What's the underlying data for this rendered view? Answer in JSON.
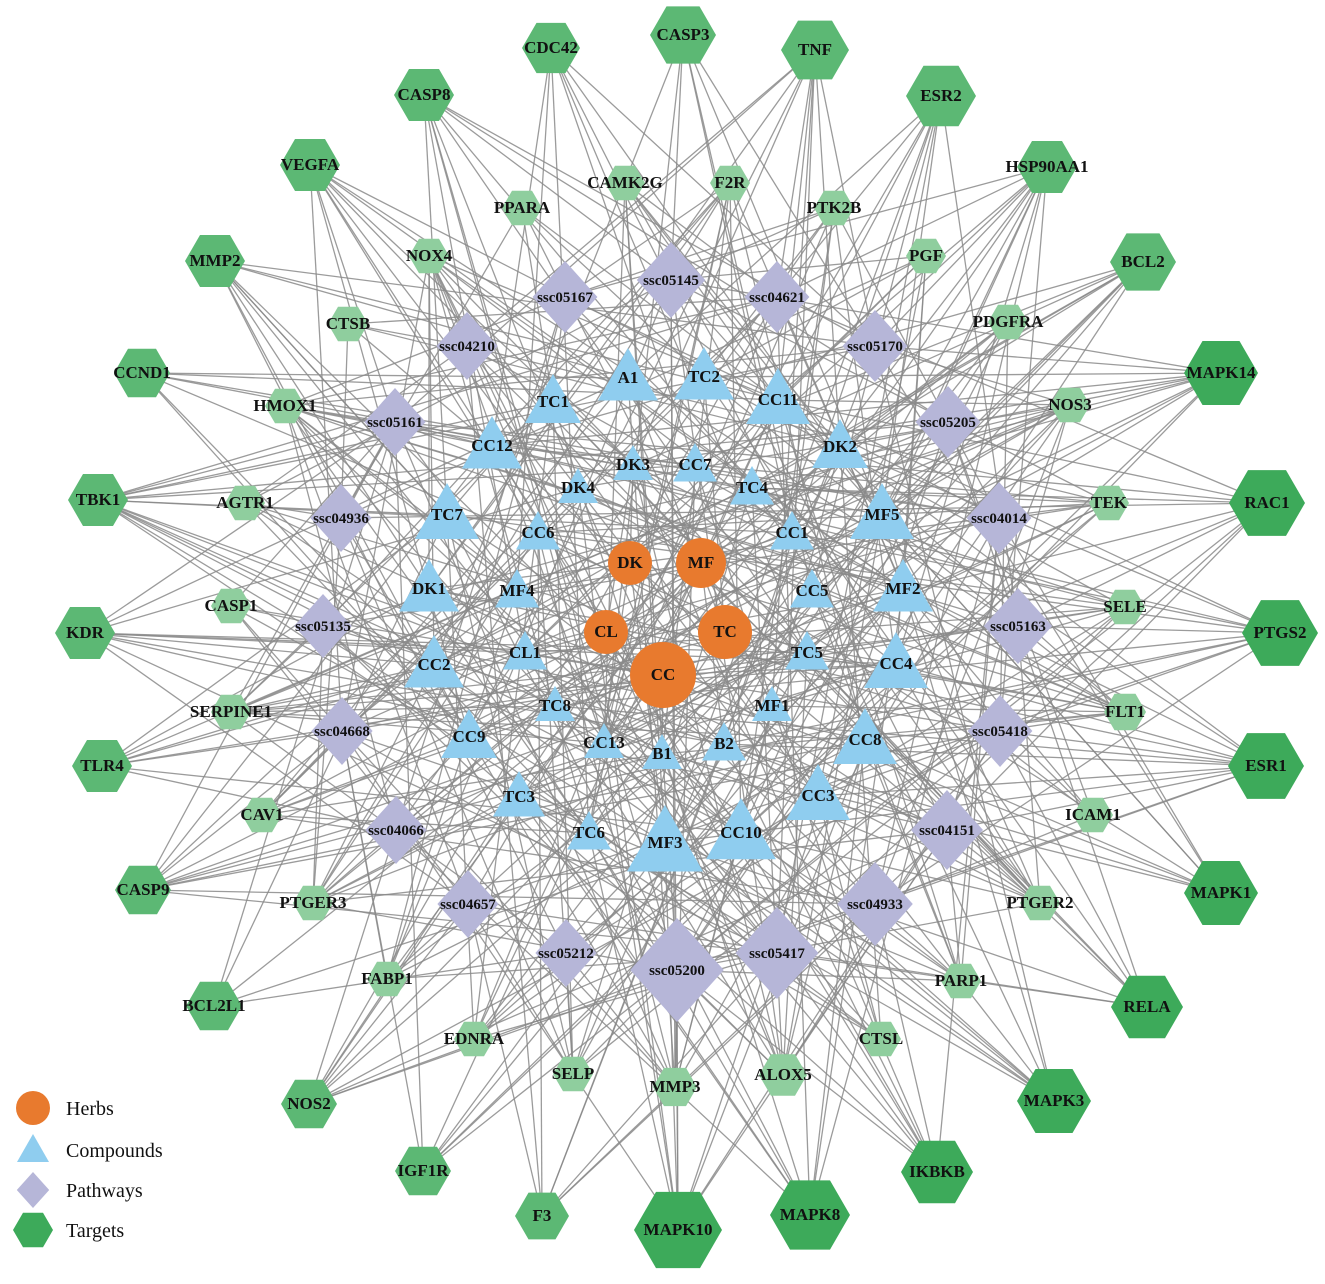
{
  "colors": {
    "edge": "#8a8a8a",
    "herb": "#e87a2e",
    "compound": "#8fcdef",
    "pathway": "#b6b6d8",
    "target_dark": "#3daa5a",
    "target_mid": "#5cb874",
    "target_light": "#8fce9e"
  },
  "legend": [
    {
      "type": "herb",
      "label": "Herbs"
    },
    {
      "type": "compound",
      "label": "Compounds"
    },
    {
      "type": "pathway",
      "label": "Pathways"
    },
    {
      "type": "target",
      "label": "Targets"
    }
  ],
  "herbs": [
    "DK",
    "MF",
    "CL",
    "TC",
    "CC"
  ],
  "compounds": [
    "A1",
    "TC1",
    "TC2",
    "CC11",
    "CC12",
    "DK2",
    "DK3",
    "CC7",
    "DK4",
    "TC4",
    "TC7",
    "MF5",
    "CC6",
    "CC1",
    "DK1",
    "MF4",
    "CC5",
    "MF2",
    "CL1",
    "TC5",
    "CC2",
    "CC4",
    "TC8",
    "MF1",
    "CC9",
    "CC13",
    "B1",
    "B2",
    "CC8",
    "TC3",
    "CC3",
    "TC6",
    "MF3",
    "CC10"
  ],
  "pathways": [
    "ssc05145",
    "ssc05167",
    "ssc04621",
    "ssc04210",
    "ssc05170",
    "ssc05161",
    "ssc05205",
    "ssc04936",
    "ssc04014",
    "ssc05135",
    "ssc05163",
    "ssc04668",
    "ssc05418",
    "ssc04066",
    "ssc04151",
    "ssc04657",
    "ssc04933",
    "ssc05212",
    "ssc05200",
    "ssc05417"
  ],
  "targets_outer": [
    "CASP3",
    "TNF",
    "ESR2",
    "HSP90AA1",
    "BCL2",
    "MAPK14",
    "RAC1",
    "PTGS2",
    "ESR1",
    "MAPK1",
    "RELA",
    "MAPK3",
    "IKBKB",
    "MAPK8",
    "MAPK10",
    "F3",
    "IGF1R",
    "NOS2",
    "BCL2L1",
    "CASP9",
    "TLR4",
    "KDR",
    "TBK1",
    "CCND1",
    "MMP2",
    "VEGFA",
    "CASP8",
    "CDC42"
  ],
  "targets_inner": [
    "CAMK2G",
    "F2R",
    "PTK2B",
    "PGF",
    "PDGFRA",
    "NOS3",
    "TEK",
    "SELE",
    "FLT1",
    "ICAM1",
    "PTGER2",
    "PARP1",
    "CTSL",
    "ALOX5",
    "MMP3",
    "SELP",
    "EDNRA",
    "FABP1",
    "PTGER3",
    "CAV1",
    "SERPINE1",
    "CASP1",
    "AGTR1",
    "HMOX1",
    "CTSB",
    "NOX4",
    "PPARA"
  ]
}
